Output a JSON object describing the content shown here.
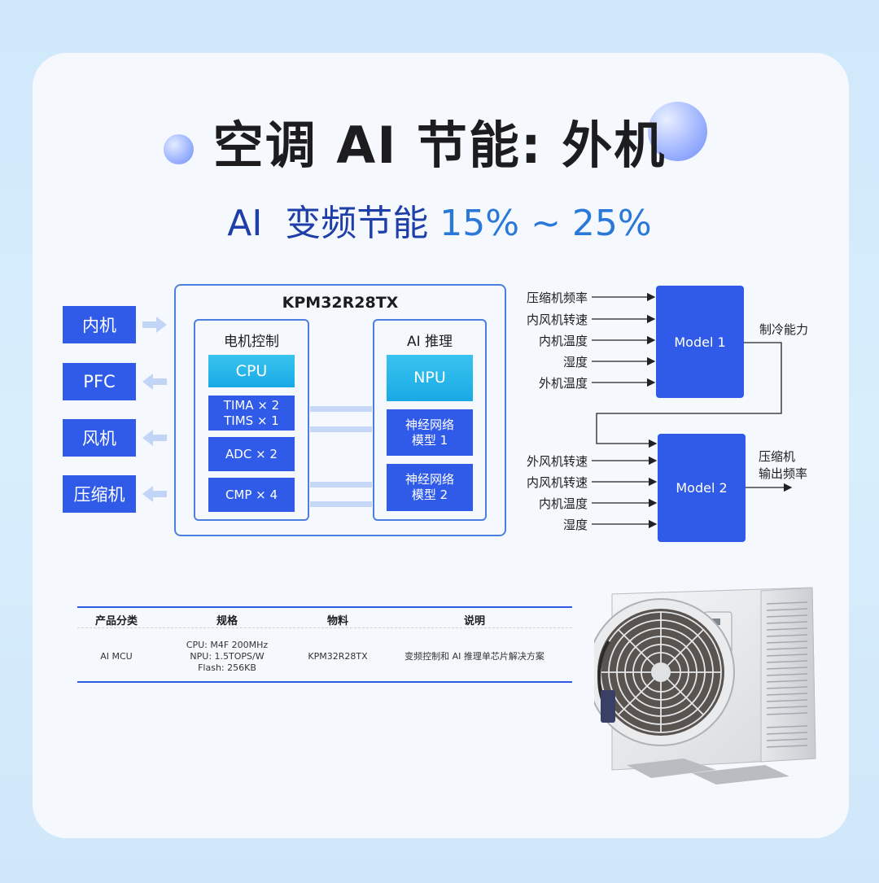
{
  "header": {
    "title": "空调 AI 节能: 外机",
    "subtitle_prefix": "AI  变频节能 ",
    "subtitle_percent": "15% ~ 25%"
  },
  "chip": {
    "name": "KPM32R28TX",
    "motor_control": {
      "title": "电机控制",
      "blocks": [
        "CPU",
        "TIMA × 2\nTIMS × 1",
        "ADC × 2",
        "CMP × 4"
      ]
    },
    "ai_inference": {
      "title": "AI 推理",
      "blocks": [
        "NPU",
        "神经网络\n模型 1",
        "神经网络\n模型 2"
      ]
    }
  },
  "side_modules": [
    "内机",
    "PFC",
    "风机",
    "压缩机"
  ],
  "model1": {
    "label": "Model 1",
    "inputs": [
      "压缩机频率",
      "内风机转速",
      "内机温度",
      "湿度",
      "外机温度"
    ],
    "output": "制冷能力"
  },
  "model2": {
    "label": "Model 2",
    "inputs": [
      "外风机转速",
      "内风机转速",
      "内机温度",
      "湿度"
    ],
    "output": "压缩机\n输出频率"
  },
  "table": {
    "headers": [
      "产品分类",
      "规格",
      "物料",
      "说明"
    ],
    "rows": [
      [
        "AI MCU",
        "CPU: M4F 200MHz\nNPU: 1.5TOPS/W\nFlash: 256KB",
        "KPM32R28TX",
        "变频控制和 AI 推理单芯片解决方案"
      ]
    ]
  },
  "colors": {
    "block_blue": "#2f5be8",
    "cyan": "#1aa9e6",
    "title": "#1d1d1f",
    "subtitle": "#1f3fa8"
  }
}
